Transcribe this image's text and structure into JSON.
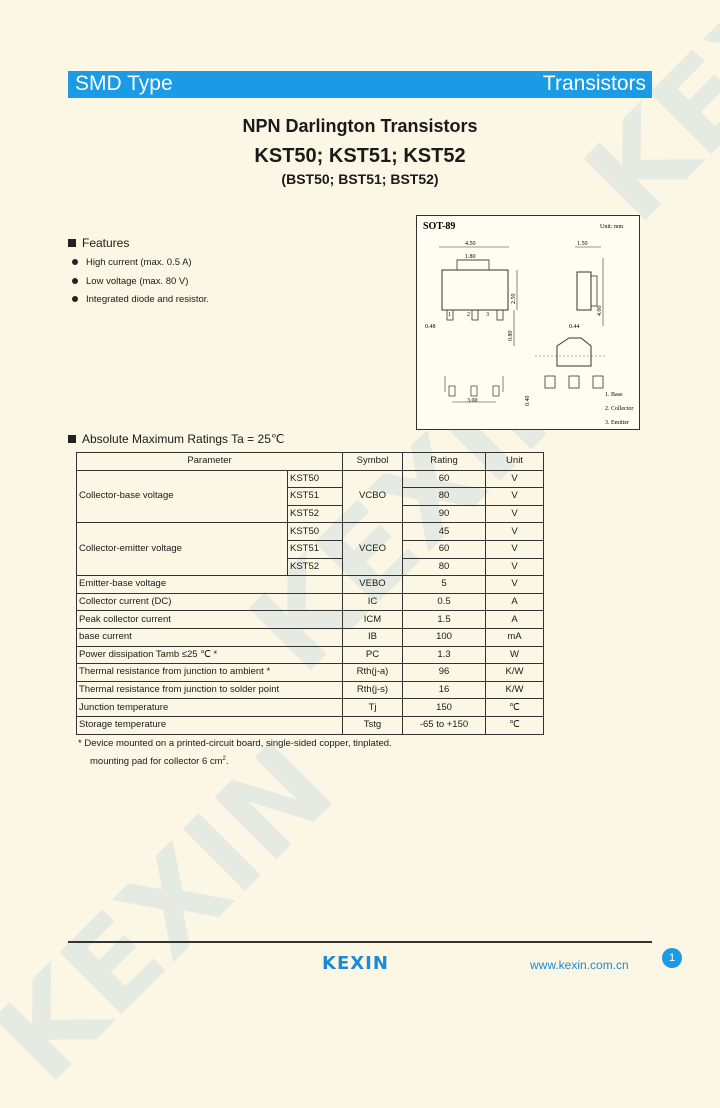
{
  "header": {
    "left": "SMD Type",
    "right": "Transistors"
  },
  "titles": {
    "line1": "NPN Darlington Transistors",
    "line2": "KST50; KST51; KST52",
    "line3": "(BST50; BST51; BST52)"
  },
  "features": {
    "heading": "Features",
    "items": [
      "High current (max. 0.5 A)",
      "Low voltage (max. 80 V)",
      "Integrated diode and resistor."
    ]
  },
  "package": {
    "name": "SOT-89",
    "unit": "Unit: mm",
    "dims": [
      "4.50",
      "1.80",
      "1.50",
      "2.50",
      "4.00",
      "0.48",
      "0.80",
      "0.44",
      "3.00",
      "0.40"
    ],
    "pins": [
      "1",
      "2",
      "3"
    ],
    "pin_names": [
      "1. Base",
      "2. Collector",
      "3. Emitter"
    ]
  },
  "ratings": {
    "heading": "Absolute Maximum Ratings Ta = 25℃",
    "columns": [
      "Parameter",
      "Symbol",
      "Rating",
      "Unit"
    ],
    "groups": [
      {
        "param": "Collector-base voltage",
        "symbol": "VCBO",
        "rows": [
          [
            "KST50",
            "60",
            "V"
          ],
          [
            "KST51",
            "80",
            "V"
          ],
          [
            "KST52",
            "90",
            "V"
          ]
        ]
      },
      {
        "param": "Collector-emitter voltage",
        "symbol": "VCEO",
        "rows": [
          [
            "KST50",
            "45",
            "V"
          ],
          [
            "KST51",
            "60",
            "V"
          ],
          [
            "KST52",
            "80",
            "V"
          ]
        ]
      }
    ],
    "rows": [
      [
        "Emitter-base voltage",
        "VEBO",
        "5",
        "V"
      ],
      [
        "Collector current  (DC)",
        "IC",
        "0.5",
        "A"
      ],
      [
        "Peak collector current",
        "ICM",
        "1.5",
        "A"
      ],
      [
        " base current",
        "IB",
        "100",
        "mA"
      ],
      [
        "Power dissipation Tamb ≤25 ℃  *",
        "PC",
        "1.3",
        "W"
      ],
      [
        "Thermal resistance from junction to ambient *",
        "Rth(j-a)",
        "96",
        "K/W"
      ],
      [
        "Thermal resistance from junction to solder point",
        "Rth(j-s)",
        "16",
        "K/W"
      ],
      [
        "Junction temperature",
        "Tj",
        "150",
        "℃"
      ],
      [
        "Storage temperature",
        "Tstg",
        "-65 to +150",
        "℃"
      ]
    ]
  },
  "notes": {
    "line1": "* Device mounted on a printed-circuit board, single-sided copper, tinplated.",
    "line2": "mounting pad for collector 6 cm",
    "sup": "2",
    "tail": "."
  },
  "footer": {
    "logo": "KEXIN",
    "url": "www.kexin.com.cn",
    "page": "1"
  },
  "watermark": "KEXIN",
  "colors": {
    "accent": "#1b9ae6",
    "background": "#fbf7e4"
  }
}
